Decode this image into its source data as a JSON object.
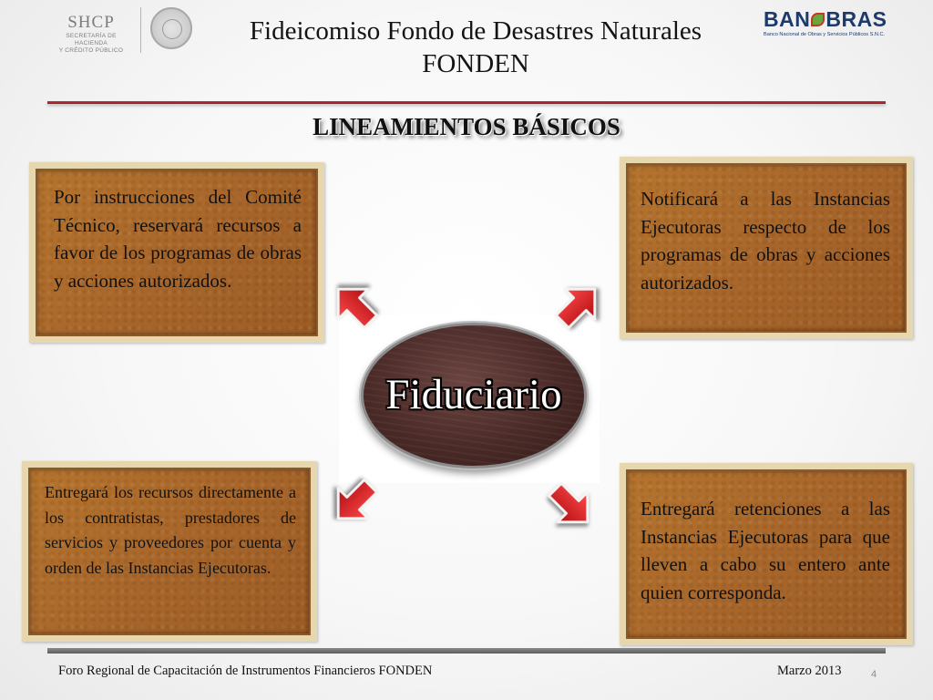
{
  "header": {
    "shcp_logo": {
      "name": "SHCP",
      "subtitle_line1": "SECRETARÍA DE HACIENDA",
      "subtitle_line2": "Y CRÉDITO PÚBLICO"
    },
    "title_line1": "Fideicomiso Fondo de Desastres Naturales",
    "title_line2": "FONDEN",
    "banobras_logo": {
      "name_left": "BAN",
      "name_right": "BRAS",
      "subtitle": "Banco Nacional de Obras y Servicios Públicos S.N.C."
    },
    "accent_color": "#b02430"
  },
  "section_title": "LINEAMIENTOS BÁSICOS",
  "center": {
    "label": "Fiduciario"
  },
  "boards": {
    "top_left": "Por instrucciones del Comité Técnico, reservará recursos a favor de los programas de obras y acciones autorizados.",
    "top_right": "Notificará a las Instancias Ejecutoras respecto de los programas de obras y acciones autorizados.",
    "bottom_left": "Entregará los recursos directamente a los contratistas, prestadores de servicios y proveedores por cuenta y orden de las Instancias Ejecutoras.",
    "bottom_right": "Entregará retenciones a  las Instancias Ejecutoras para que lleven a cabo su entero ante quien corresponda."
  },
  "arrows": {
    "icon": "red-arrow-icon",
    "color": "#d9141b"
  },
  "footer": {
    "left": "Foro Regional de Capacitación de Instrumentos Financieros FONDEN",
    "right": "Marzo 2013",
    "page_number": "4"
  }
}
